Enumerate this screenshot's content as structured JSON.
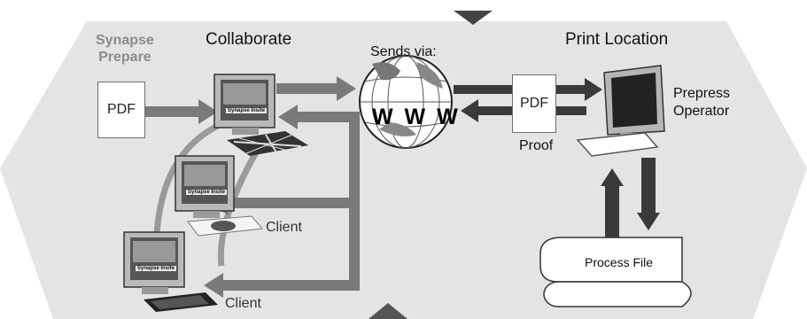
{
  "labels": {
    "synapse_prepare": "Synapse\nPrepare",
    "collaborate": "Collaborate",
    "sends_via": "Sends via:",
    "print_location": "Print Location",
    "prepress_operator": "Prepress\nOperator",
    "proof": "Proof",
    "client_1": "Client",
    "client_2": "Client",
    "process_file": "Process File"
  },
  "docs": {
    "pdf_left": "PDF",
    "pdf_right": "PDF"
  },
  "globe": {
    "text": "WWW"
  },
  "screens": {
    "caption": "Synapse Insite"
  },
  "colors": {
    "background_panel": "#e4e4e4",
    "arrow": "#7a7a7a",
    "arrow_dark": "#3a3a3a",
    "label_gray": "#8c8c8c"
  }
}
